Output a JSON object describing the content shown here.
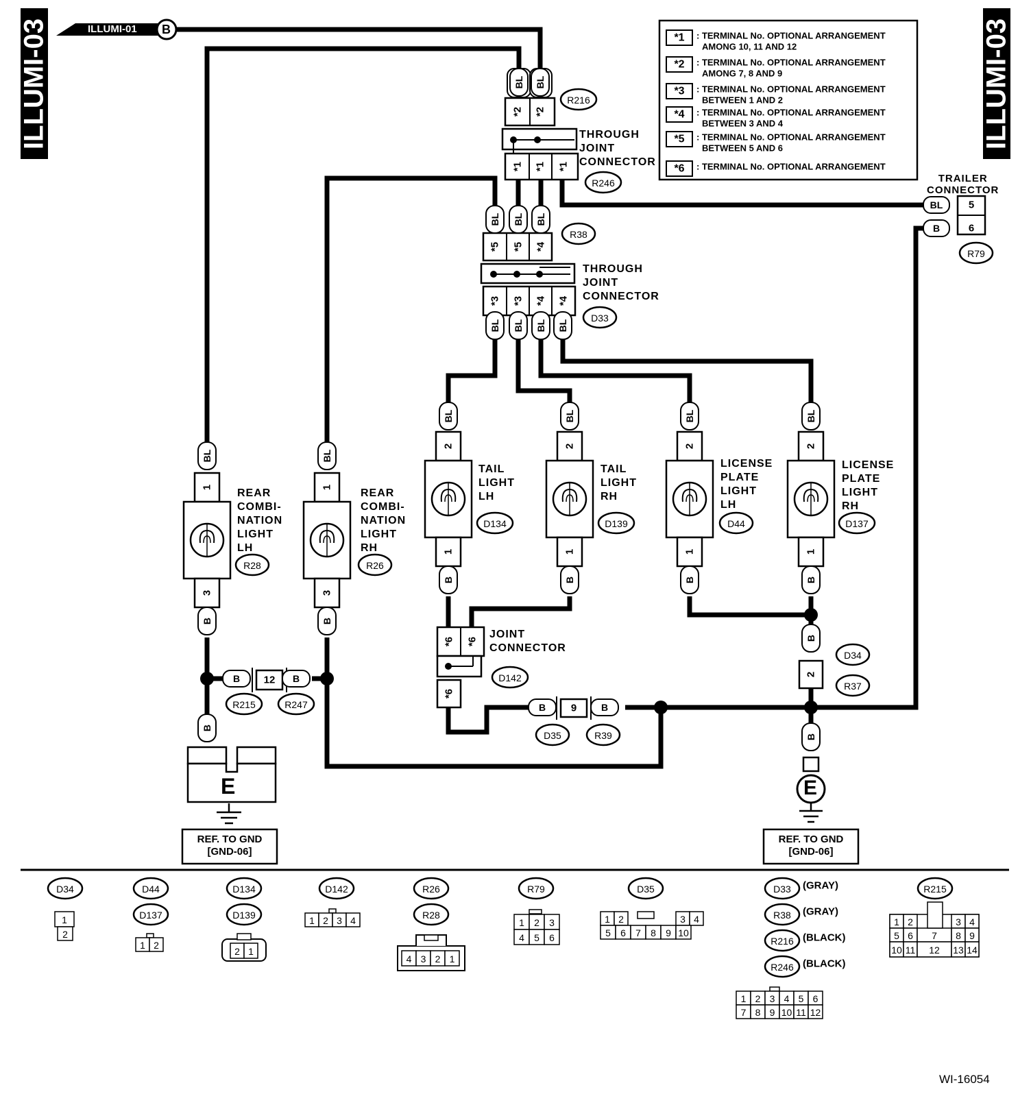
{
  "side_tags": {
    "left": "ILLUMI-03",
    "right": "ILLUMI-03"
  },
  "illumi_ref": {
    "label": "ILLUMI-01",
    "letter": "B"
  },
  "legend": [
    {
      "key": "*1",
      "text": ": TERMINAL No. OPTIONAL ARRANGEMENT\nAMONG 10, 11 AND 12"
    },
    {
      "key": "*2",
      "text": ": TERMINAL No. OPTIONAL ARRANGEMENT\nAMONG 7, 8 AND 9"
    },
    {
      "key": "*3",
      "text": ": TERMINAL No. OPTIONAL ARRANGEMENT\nBETWEEN 1 AND 2"
    },
    {
      "key": "*4",
      "text": ": TERMINAL No. OPTIONAL ARRANGEMENT\nBETWEEN 3 AND 4"
    },
    {
      "key": "*5",
      "text": ": TERMINAL No. OPTIONAL ARRANGEMENT\nBETWEEN 5 AND 6"
    },
    {
      "key": "*6",
      "text": ": TERMINAL No. OPTIONAL ARRANGEMENT"
    }
  ],
  "labels": {
    "through_joint_1": "THROUGH\nJOINT\nCONNECTOR",
    "through_joint_2": "THROUGH\nJOINT\nCONNECTOR",
    "trailer": "TRAILER\nCONNECTOR",
    "rear_lh": "REAR\nCOMBI-\nNATION\nLIGHT\nLH",
    "rear_rh": "REAR\nCOMBI-\nNATION\nLIGHT\nRH",
    "tail_lh": "TAIL\nLIGHT\nLH",
    "tail_rh": "TAIL\nLIGHT\nRH",
    "license_lh": "LICENSE\nPLATE\nLIGHT\nLH",
    "license_rh": "LICENSE\nPLATE\nLIGHT\nRH",
    "joint": "JOINT\nCONNECTOR",
    "ref_gnd_1": "REF. TO GND\n[GND-06]",
    "ref_gnd_2": "REF. TO GND\n[GND-06]",
    "ground": "E",
    "doc_id": "WI-16054"
  },
  "wire_colors": {
    "bl": "BL",
    "b": "B"
  },
  "connectors": {
    "R216": "R216",
    "R246": "R246",
    "R38": "R38",
    "D33": "D33",
    "R79": "R79",
    "R28": "R28",
    "R26": "R26",
    "D134": "D134",
    "D139": "D139",
    "D44": "D44",
    "D137": "D137",
    "D142": "D142",
    "R215": "R215",
    "R247": "R247",
    "D35": "D35",
    "R39": "R39",
    "D34": "D34",
    "R37": "R37"
  },
  "terminals": {
    "trailer_5": "5",
    "trailer_6": "6",
    "p12": "12",
    "p9": "9",
    "t1": "1",
    "t2": "2",
    "t3": "3"
  },
  "connector_views": {
    "d34": {
      "label": "D34",
      "pins": [
        "1",
        "2"
      ]
    },
    "d44": {
      "label": "D44",
      "label2": "D137",
      "pins": [
        "1",
        "2"
      ]
    },
    "d134": {
      "label": "D134",
      "label2": "D139",
      "pins": [
        "2",
        "1"
      ]
    },
    "d142": {
      "label": "D142",
      "pins": [
        "1",
        "2",
        "3",
        "4"
      ]
    },
    "r26": {
      "label": "R26",
      "label2": "R28",
      "pins": [
        "4",
        "3",
        "2",
        "1"
      ]
    },
    "r79": {
      "label": "R79",
      "pins": [
        "1",
        "2",
        "3",
        "4",
        "5",
        "6"
      ]
    },
    "d35": {
      "label": "D35",
      "pins": [
        "1",
        "2",
        "3",
        "4",
        "5",
        "6",
        "7",
        "8",
        "9",
        "10"
      ]
    },
    "d33": {
      "label": "D33",
      "note": "(GRAY)",
      "label_b": "R38",
      "note_b": "(GRAY)",
      "label_c": "R216",
      "note_c": "(BLACK)",
      "label_d": "R246",
      "note_d": "(BLACK)",
      "pins": [
        "1",
        "2",
        "3",
        "4",
        "5",
        "6",
        "7",
        "8",
        "9",
        "10",
        "11",
        "12"
      ]
    },
    "r215": {
      "label": "R215",
      "pins": [
        "1",
        "2",
        "3",
        "4",
        "5",
        "6",
        "7",
        "8",
        "9",
        "10",
        "11",
        "12",
        "13",
        "14"
      ]
    }
  }
}
